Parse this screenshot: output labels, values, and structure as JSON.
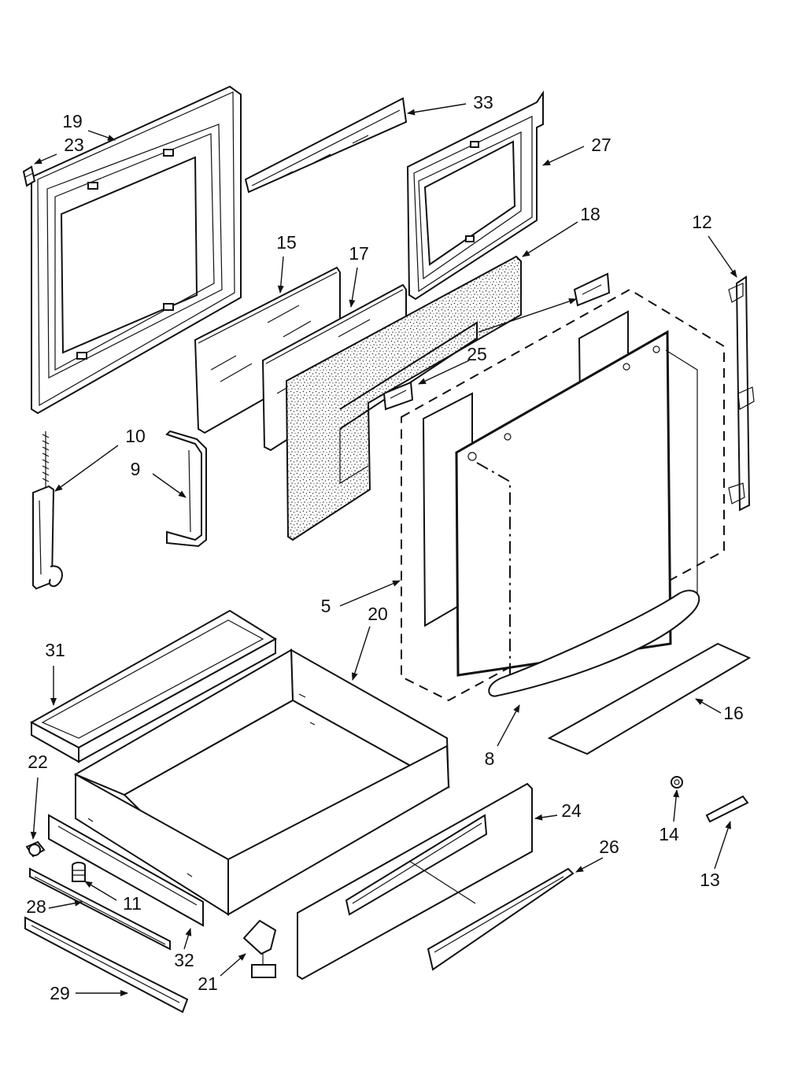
{
  "diagram": {
    "callouts": [
      {
        "key": "c19",
        "text": "19"
      },
      {
        "key": "c23",
        "text": "23"
      },
      {
        "key": "c33",
        "text": "33"
      },
      {
        "key": "c27",
        "text": "27"
      },
      {
        "key": "c18",
        "text": "18"
      },
      {
        "key": "c12",
        "text": "12"
      },
      {
        "key": "c15",
        "text": "15"
      },
      {
        "key": "c17",
        "text": "17"
      },
      {
        "key": "c25",
        "text": "25"
      },
      {
        "key": "c10",
        "text": "10"
      },
      {
        "key": "c9",
        "text": "9"
      },
      {
        "key": "c5",
        "text": "5"
      },
      {
        "key": "c20",
        "text": "20"
      },
      {
        "key": "c31",
        "text": "31"
      },
      {
        "key": "c16",
        "text": "16"
      },
      {
        "key": "c8",
        "text": "8"
      },
      {
        "key": "c22",
        "text": "22"
      },
      {
        "key": "c24",
        "text": "24"
      },
      {
        "key": "c14",
        "text": "14"
      },
      {
        "key": "c26",
        "text": "26"
      },
      {
        "key": "c13",
        "text": "13"
      },
      {
        "key": "c11",
        "text": "11"
      },
      {
        "key": "c28",
        "text": "28"
      },
      {
        "key": "c32",
        "text": "32"
      },
      {
        "key": "c21",
        "text": "21"
      },
      {
        "key": "c29",
        "text": "29"
      }
    ]
  }
}
